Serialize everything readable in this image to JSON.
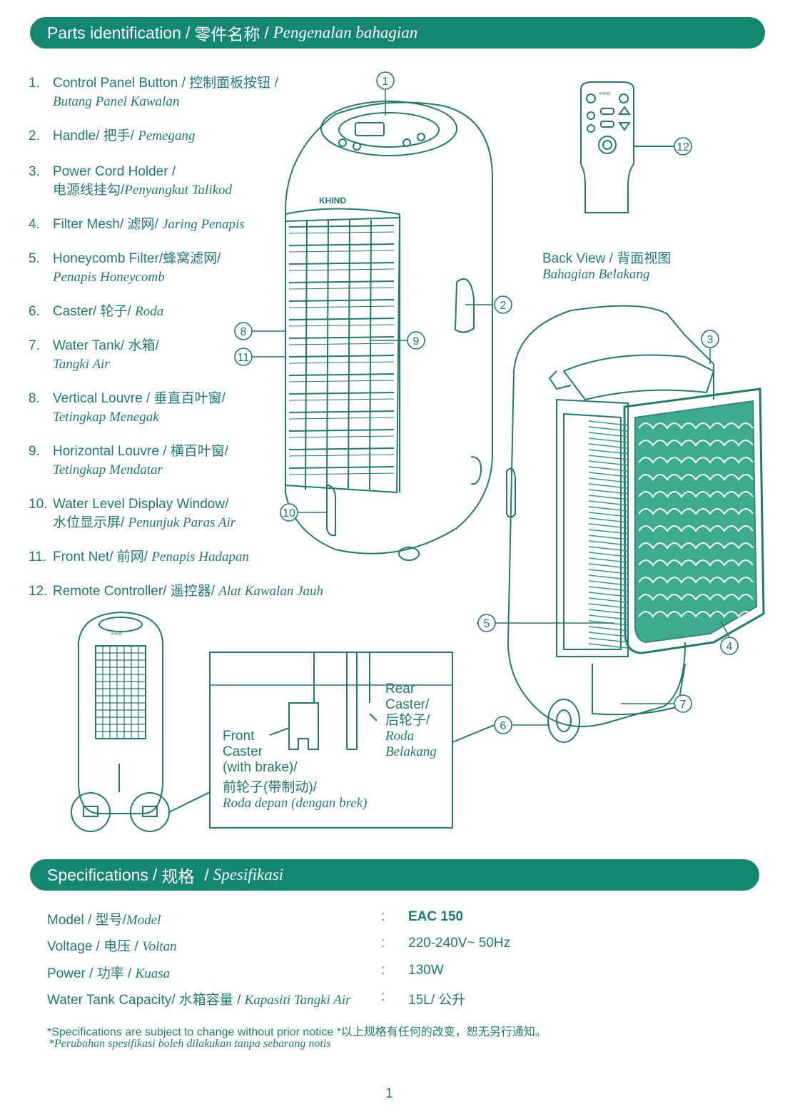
{
  "header": {
    "title_en": "Parts identification",
    "title_zh": "零件名称",
    "title_ms": "Pengenalan bahagian"
  },
  "parts": [
    {
      "num": "1.",
      "line1": "Control Panel Button / 控制面板按钮 /",
      "line2": "Butang Panel Kawalan"
    },
    {
      "num": "2.",
      "line1": "Handle/ 把手/",
      "line1_ms": "Pemegang"
    },
    {
      "num": "3.",
      "line1": "Power Cord Holder /",
      "line2a": "电源线挂勾/",
      "line2": "Penyangkut Talikod"
    },
    {
      "num": "4.",
      "line1": "Filter Mesh/ 滤网/",
      "line1_ms": "Jaring Penapis"
    },
    {
      "num": "5.",
      "line1": "Honeycomb Filter/蜂窝滤网/",
      "line2": "Penapis Honeycomb"
    },
    {
      "num": "6.",
      "line1": "Caster/ 轮子/",
      "line1_ms": "Roda"
    },
    {
      "num": "7.",
      "line1": "Water Tank/ 水箱/",
      "line2": "Tangki Air"
    },
    {
      "num": "8.",
      "line1": "Vertical Louvre / 垂直百叶窗/",
      "line2": "Tetingkap Menegak"
    },
    {
      "num": "9.",
      "line1": "Horizontal Louvre / 横百叶窗/",
      "line2": "Tetingkap Mendatar"
    },
    {
      "num": "10.",
      "line1": "Water Level Display Window/",
      "line2a": "水位显示屏/",
      "line2": "Penunjuk Paras Air"
    },
    {
      "num": "11.",
      "line1": "Front Net/ 前网/",
      "line1_ms": "Penapis Hadapan"
    },
    {
      "num": "12.",
      "line1": "Remote Controller/ 遥控器/",
      "line1_ms": "Alat Kawalan Jauh"
    }
  ],
  "diagram": {
    "brand": "KHIND",
    "callouts": [
      "1",
      "2",
      "3",
      "4",
      "5",
      "6",
      "7",
      "8",
      "9",
      "10",
      "11",
      "12"
    ],
    "back_view_en": "Back View / 背面视图",
    "back_view_ms": "Bahagian Belakang",
    "rear_caster": [
      "Rear",
      "Caster/",
      "后轮子/"
    ],
    "rear_caster_ms": [
      "Roda",
      "Belakang"
    ],
    "front_caster": [
      "Front",
      "Caster",
      "(with brake)/",
      "前轮子(带制动)/"
    ],
    "front_caster_ms": "Roda depan (dengan brek)"
  },
  "specs_header": {
    "title_en": "Specifications",
    "title_zh": "规格",
    "title_ms": "Spesifikasi"
  },
  "specs": [
    {
      "label": "Model / 型号/",
      "label_ms": "Model",
      "value": "EAC 150"
    },
    {
      "label": "Voltage / 电压 /",
      "label_ms": "Voltan",
      "value": "220-240V~ 50Hz"
    },
    {
      "label": "Power / 功率 /",
      "label_ms": "Kuasa",
      "value": "130W"
    },
    {
      "label": "Water Tank Capacity/ 水箱容量 /",
      "label_ms": "Kapasiti Tangki Air",
      "value": "15L/ 公升"
    }
  ],
  "colon": ":",
  "notes": {
    "line1": "*Specifications are subject to change without prior notice *以上规格有任何的改变，恕无另行通知。",
    "line2": "*Perubahan spesifikasi boleh dilakukan tanpa sebarang notis"
  },
  "page_number": "1",
  "colors": {
    "brand_green": "#13876f",
    "ink": "#1f7d6b",
    "filter_fill": "#27a285"
  }
}
